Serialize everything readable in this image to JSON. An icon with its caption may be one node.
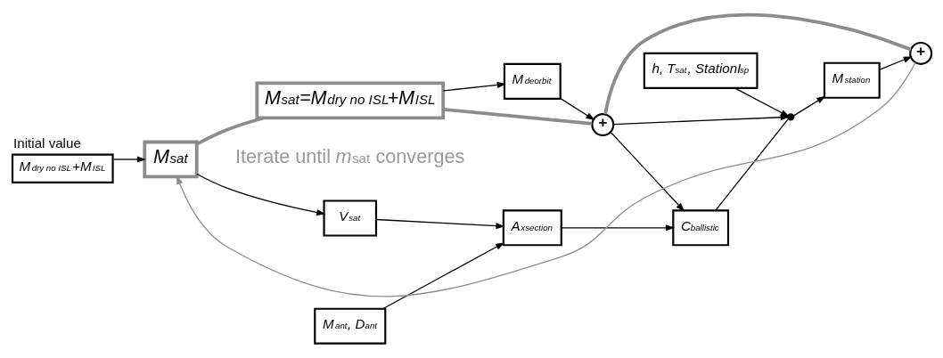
{
  "diagram": {
    "nodes": [
      {
        "text": [
          "Initial value",
          "M$_{dry no ISL}$+M$_{ISL}$"
        ]
      },
      {
        "text": [
          "M$_{sat}$"
        ]
      },
      {
        "text": [
          "M$_{sat}$=M$_{dry no ISL}$+M$_{ISL}$"
        ]
      },
      {
        "text": [
          "V$_{sat}$"
        ]
      },
      {
        "text": [
          "M$_{ant}$, D$_{ant}$"
        ]
      },
      {
        "text": [
          "A$_{xsection}$"
        ]
      },
      {
        "text": [
          "M$_{deorbit}$"
        ]
      },
      {
        "text": [
          "+"
        ]
      },
      {
        "text": [
          "C$_{ballistic}$"
        ]
      },
      {
        "text": [
          "h, T$_{sat}$, StationI$_{sp}$"
        ]
      },
      {
        "text": [],
        "shape": "circle"
      },
      {
        "text": [
          "M$_{station}$"
        ]
      },
      {
        "text": [
          "+"
        ]
      }
    ],
    "edges": [
      {
        "from": 0,
        "to": 1,
        "arrow": "to"
      },
      {
        "from": 1,
        "to": 3,
        "arrow": "to"
      },
      {
        "from": 1,
        "to": 2,
        "arrow": "none",
        "style": "thick",
        "color": "#8c8c8c"
      },
      {
        "from": 3,
        "to": 5,
        "arrow": "to"
      },
      {
        "from": 4,
        "to": 5,
        "arrow": "to"
      },
      {
        "from": 5,
        "to": 8,
        "arrow": "to"
      },
      {
        "from": 2,
        "to": 6,
        "arrow": "to"
      },
      {
        "from": 2,
        "to": 7,
        "arrow": "none",
        "style": "thick",
        "color": "#8c8c8c"
      },
      {
        "from": 6,
        "to": 7,
        "arrow": "to"
      },
      {
        "from": 7,
        "to": 12,
        "arrow": "none",
        "style": "thick",
        "color": "#8c8c8c"
      },
      {
        "from": 7,
        "to": 8,
        "arrow": "to"
      },
      {
        "from": 7,
        "to": 10,
        "arrow": "to"
      },
      {
        "from": 8,
        "to": 10,
        "arrow": "none"
      },
      {
        "from": 9,
        "to": 10,
        "arrow": "to"
      },
      {
        "from": 10,
        "to": 11,
        "arrow": "to"
      },
      {
        "from": 11,
        "to": 12,
        "arrow": "to"
      },
      {
        "from": 12,
        "to": 1,
        "arrow": "to",
        "color": "#8c8c8c"
      }
    ],
    "labels": [
      "Iterate until *m*$_{sat}$ converges"
    ]
  }
}
